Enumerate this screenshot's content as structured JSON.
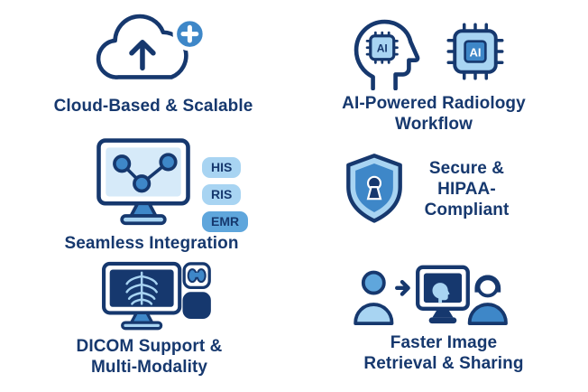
{
  "palette": {
    "navy": "#16386E",
    "mid_blue": "#3E87C8",
    "sky_blue": "#5FA6DC",
    "light_blue": "#A8D4F2",
    "pale_blue": "#D6EAF9",
    "background": "#FFFFFF"
  },
  "features": {
    "cloud": {
      "icon": "cloud-upload-plus-icon",
      "label": "Cloud-Based & Scalable"
    },
    "ai": {
      "icon": "head-ai-chip-icon",
      "chip_text": "AI",
      "lines": [
        "AI-Powered Radiology",
        "Workflow"
      ]
    },
    "integration": {
      "icon": "monitor-network-icon",
      "label": "Seamless Integration",
      "badges": [
        "HIS",
        "RIS",
        "EMR"
      ]
    },
    "secure": {
      "icon": "shield-keyhole-icon",
      "lines": [
        "Secure &",
        "HIPAA-",
        "Compliant"
      ]
    },
    "dicom": {
      "icon": "monitor-xray-icon",
      "lines": [
        "DICOM Support &",
        "Multi-Modality"
      ]
    },
    "sharing": {
      "icon": "people-monitor-share-icon",
      "lines": [
        "Faster Image",
        "Retrieval & Sharing"
      ]
    }
  }
}
